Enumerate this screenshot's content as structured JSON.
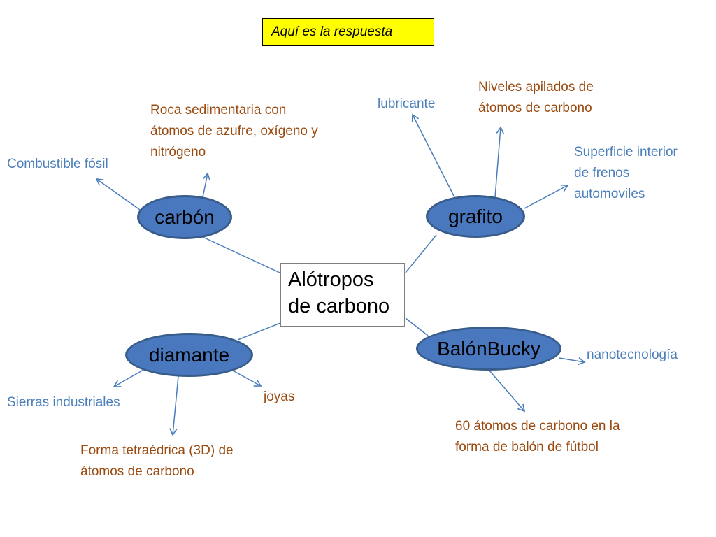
{
  "answer_box": {
    "text": "Aquí es la respuesta"
  },
  "center": {
    "line1": "Alótropos",
    "line2": "de carbono"
  },
  "nodes": {
    "carbon": "carbón",
    "grafito": "grafito",
    "diamante": "diamante",
    "balon": "BalónBucky"
  },
  "notes": {
    "combustible": "Combustible fósil",
    "roca": [
      "Roca sedimentaria con",
      "átomos de azufre, oxígeno y",
      "nitrógeno"
    ],
    "lubricante": "lubricante",
    "niveles": [
      "Niveles apilados de",
      "átomos de carbono"
    ],
    "superficie": [
      "Superficie interior",
      "de frenos",
      "automoviles"
    ],
    "sierras": "Sierras industriales",
    "joyas": "joyas",
    "forma": [
      "Forma tetraédrica (3D) de",
      "átomos de carbono"
    ],
    "nanotecnologia": "nanotecnología",
    "sesenta": [
      "60 átomos de carbono en la",
      "forma de balón de fútbol"
    ]
  },
  "colors": {
    "node_fill": "#4a78bf",
    "node_border": "#385d8a",
    "connector": "#4a7ebb",
    "note_blue": "#4a7ebb",
    "note_brown": "#9a4a0f",
    "answer_bg": "#ffff00"
  }
}
